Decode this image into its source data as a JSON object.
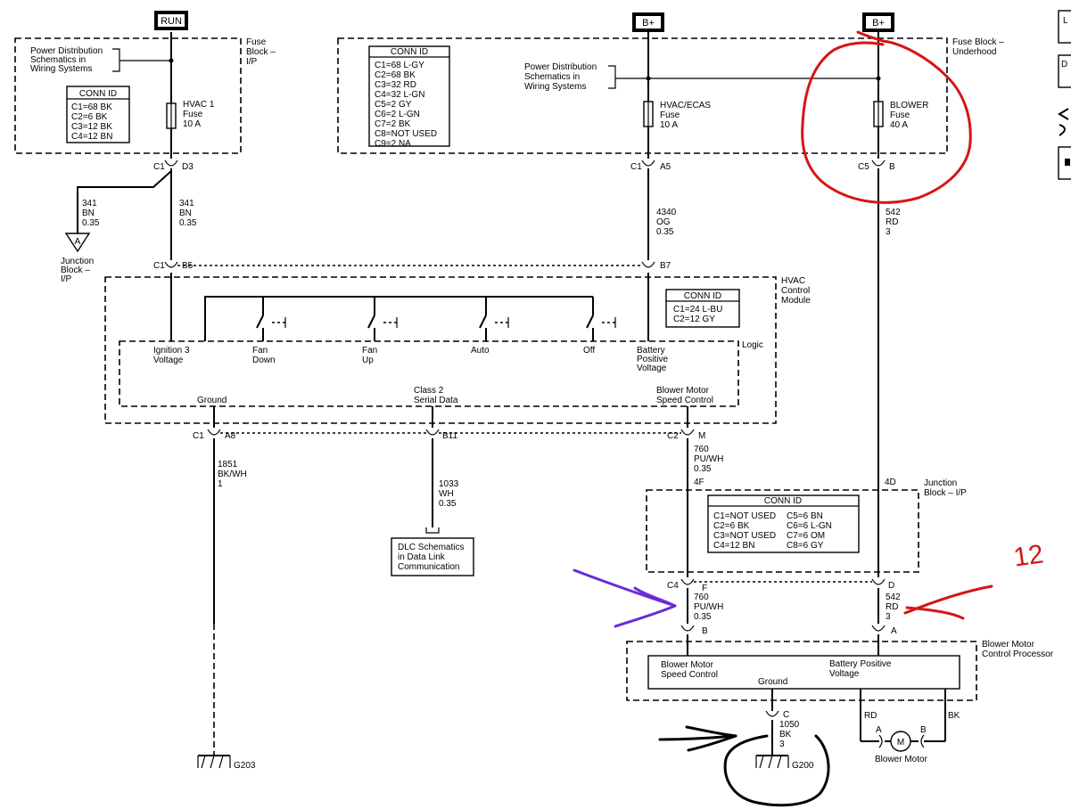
{
  "sources": {
    "run": "RUN",
    "bplus1": "B+",
    "bplus2": "B+"
  },
  "fuse_block_ip": {
    "label": [
      "Fuse",
      "Block –",
      "I/P"
    ],
    "pds": [
      "Power Distribution",
      "Schematics in",
      "Wiring Systems"
    ],
    "conn_title": "CONN ID",
    "conn": [
      "C1=68 BK",
      "C2=6 BK",
      "C3=12 BK",
      "C4=12 BN"
    ],
    "fuse": [
      "HVAC 1",
      "Fuse",
      "10 A"
    ]
  },
  "fuse_block_uh": {
    "label": [
      "Fuse Block –",
      "Underhood"
    ],
    "conn_title": "CONN ID",
    "conn": [
      "C1=68 L-GY",
      "C2=68 BK",
      "C3=32 RD",
      "C4=32 L-GN",
      "C5=2 GY",
      "C6=2 L-GN",
      "C7=2 BK",
      "C8=NOT USED",
      "C9=2 NA"
    ],
    "pds": [
      "Power Distribution",
      "Schematics in",
      "Wiring Systems"
    ],
    "fuse_hvac": [
      "HVAC/ECAS",
      "Fuse",
      "10 A"
    ],
    "fuse_blower": [
      "BLOWER",
      "Fuse",
      "40 A"
    ]
  },
  "pins": {
    "c1": "C1",
    "d3": "D3",
    "a5": "A5",
    "c5": "C5",
    "b": "B",
    "b5": "B5",
    "b7": "B7",
    "a8": "A8",
    "b11": "B11",
    "c2": "C2",
    "m": "M",
    "c4": "C4",
    "f": "F",
    "d": "D",
    "pb": "B",
    "pa": "A",
    "pc": "C"
  },
  "wires": {
    "w341a": [
      "341",
      "BN",
      "0.35"
    ],
    "w341b": [
      "341",
      "BN",
      "0.35"
    ],
    "w4340": [
      "4340",
      "OG",
      "0.35"
    ],
    "w542a": [
      "542",
      "RD",
      "3"
    ],
    "w1851": [
      "1851",
      "BK/WH",
      "1"
    ],
    "w1033": [
      "1033",
      "WH",
      "0.35"
    ],
    "w760a": [
      "760",
      "PU/WH",
      "0.35"
    ],
    "w760b": [
      "760",
      "PU/WH",
      "0.35"
    ],
    "w542b": [
      "542",
      "RD",
      "3"
    ],
    "w1050": [
      "1050",
      "BK",
      "3"
    ],
    "f4": "4F",
    "d4": "4D"
  },
  "junction": {
    "arrow": "A",
    "label": [
      "Junction",
      "Block –",
      "I/P"
    ]
  },
  "hvac_module": {
    "label": [
      "HVAC",
      "Control",
      "Module"
    ],
    "conn_title": "CONN ID",
    "conn": [
      "C1=24 L-BU",
      "C2=12 GY"
    ],
    "logic": "Logic",
    "ign": [
      "Ignition 3",
      "Voltage"
    ],
    "fan_down": [
      "Fan",
      "Down"
    ],
    "fan_up": [
      "Fan",
      "Up"
    ],
    "auto": "Auto",
    "off": "Off",
    "batt": [
      "Battery",
      "Positive",
      "Voltage"
    ],
    "ground": "Ground",
    "class2": [
      "Class 2",
      "Serial Data"
    ],
    "bmsc": [
      "Blower Motor",
      "Speed Control"
    ]
  },
  "dlc": [
    "DLC Schematics",
    "in Data Link",
    "Communication"
  ],
  "junction_block": {
    "label": [
      "Junction",
      "Block – I/P"
    ],
    "conn_title": "CONN ID",
    "conn_left": [
      "C1=NOT USED",
      "C2=6 BK",
      "C3=NOT USED",
      "C4=12 BN"
    ],
    "conn_right": [
      "C5=6 BN",
      "C6=6 L-GN",
      "C7=6 OM",
      "C8=6 GY"
    ]
  },
  "processor": {
    "label": [
      "Blower Motor",
      "Control Processor"
    ],
    "bmsc": [
      "Blower Motor",
      "Speed Control"
    ],
    "bpv": [
      "Battery Positive",
      "Voltage"
    ],
    "ground": "Ground",
    "rd": "RD",
    "bk": "BK",
    "ma": "A",
    "mb": "B",
    "motor_symbol": "M",
    "motor": "Blower Motor"
  },
  "grounds": {
    "g203": "G203",
    "g200": "G200"
  },
  "annotation": {
    "number": "12"
  },
  "right_edge": {
    "l1": "L",
    "l2": "D"
  }
}
